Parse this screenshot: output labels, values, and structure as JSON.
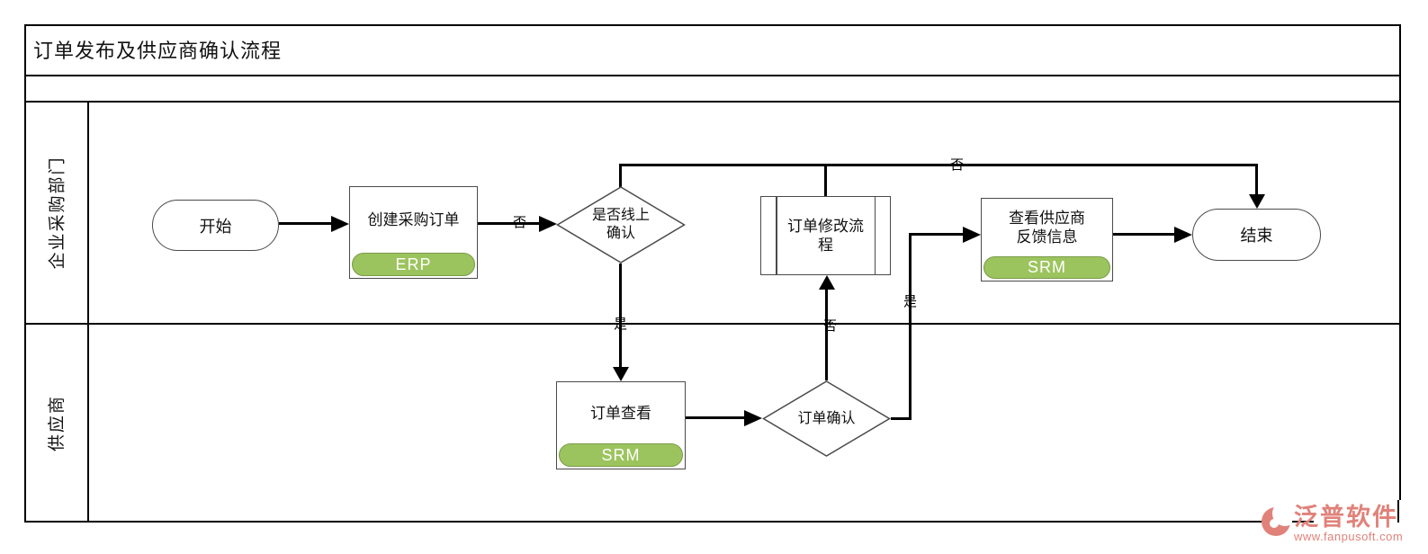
{
  "title": "订单发布及供应商确认流程",
  "lanes": [
    {
      "label": "企业采购部门"
    },
    {
      "label": "供应商"
    }
  ],
  "nodes": {
    "start": {
      "label": "开始"
    },
    "create_order": {
      "label": "创建采购订单",
      "system": "ERP"
    },
    "online_confirm_decision": {
      "label": "是否线上确认"
    },
    "order_modify_subprocess": {
      "label": "订单修改流程"
    },
    "view_feedback": {
      "label": "查看供应商反馈信息",
      "system": "SRM"
    },
    "end": {
      "label": "结束"
    },
    "view_order": {
      "label": "订单查看",
      "system": "SRM"
    },
    "order_confirm_decision": {
      "label": "订单确认"
    }
  },
  "edge_labels": {
    "before_online_decision": "否",
    "online_decision_no_top": "否",
    "online_decision_yes": "是",
    "confirm_decision_no": "否",
    "confirm_decision_yes": "是"
  },
  "colors": {
    "system_badge_fill": "#9CC45E",
    "system_badge_border": "#7A9B48",
    "system_badge_text": "#FFFFFF",
    "flow_line": "#000000",
    "watermark": "#E0827A"
  },
  "watermark": {
    "brand": "泛普软件",
    "url": "www.fanpusoft.com"
  }
}
